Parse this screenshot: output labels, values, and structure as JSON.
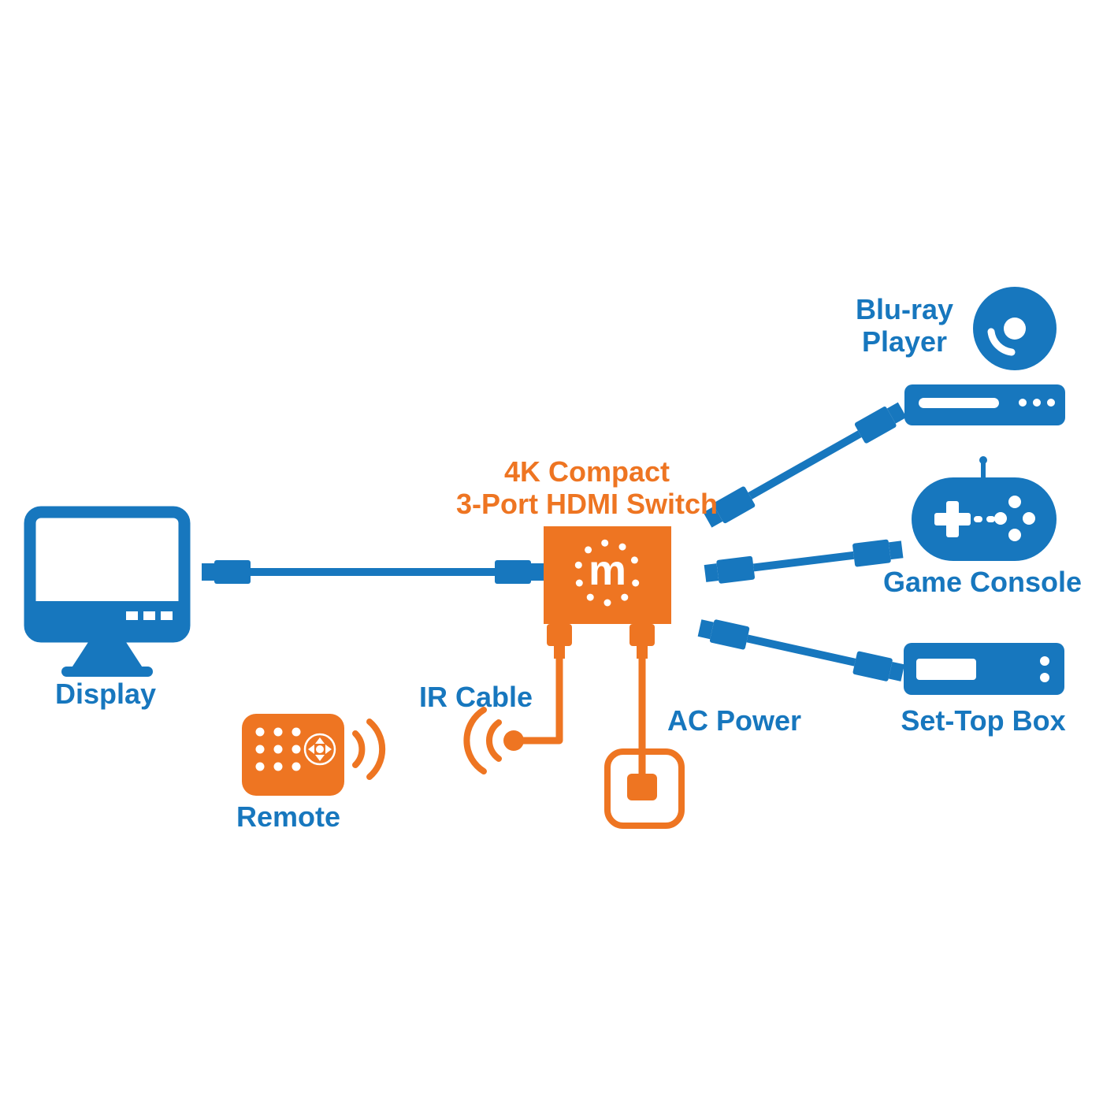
{
  "colors": {
    "blue": "#1777BE",
    "orange": "#EE7522"
  },
  "title": {
    "line1": "4K Compact",
    "line2": "3-Port HDMI Switch"
  },
  "switch": {
    "logo_letter": "m"
  },
  "labels": {
    "display": "Display",
    "bluray_line1": "Blu-ray",
    "bluray_line2": "Player",
    "game_console": "Game Console",
    "set_top_box": "Set-Top Box",
    "ir_cable": "IR Cable",
    "ac_power": "AC Power",
    "remote": "Remote"
  },
  "icons": [
    "display-icon",
    "hdmi-cable-icon",
    "hdmi-switch-icon",
    "manhattan-logo-dots-icon",
    "ir-cable-wire-icon",
    "ir-emitter-icon",
    "ac-power-wire-icon",
    "power-outlet-icon",
    "remote-control-icon",
    "signal-waves-icon",
    "bluray-disc-icon",
    "bluray-player-icon",
    "game-controller-icon",
    "set-top-box-icon"
  ]
}
